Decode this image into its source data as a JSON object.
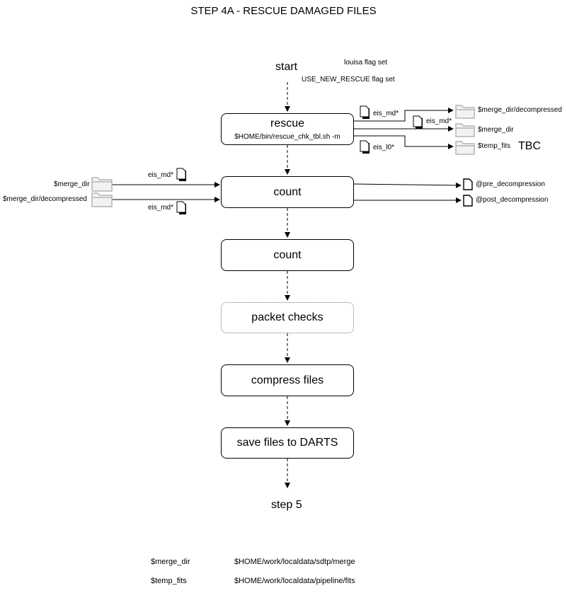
{
  "title": "STEP 4A - RESCUE DAMAGED FILES",
  "start": "start",
  "flags": [
    "louisa flag set",
    "USE_NEW_RESCUE flag set"
  ],
  "steps": {
    "rescue": {
      "label": "rescue",
      "command": "$HOME/bin/rescue_chk_tbl.sh -m"
    },
    "count1": {
      "label": "count"
    },
    "count2": {
      "label": "count"
    },
    "packet_checks": {
      "label": "packet checks"
    },
    "compress": {
      "label": "compress files"
    },
    "save": {
      "label": "save files to DARTS"
    }
  },
  "end": "step 5",
  "rescue_outputs": {
    "file_labels": [
      "eis_md*",
      "eis_md*",
      "eis_l0*"
    ],
    "targets": [
      "$merge_dir/decompressed",
      "$merge_dir",
      "$temp_fits"
    ],
    "note": "TBC"
  },
  "count_inputs": {
    "sources": [
      "$merge_dir",
      "$merge_dir/decompressed"
    ],
    "file_labels": [
      "eis_md*",
      "eis_md*"
    ]
  },
  "count_outputs": [
    "@pre_decompression",
    "@post_decompression"
  ],
  "legend": [
    {
      "key": "$merge_dir",
      "value": "$HOME/work/localdata/sdtp/merge"
    },
    {
      "key": "$temp_fits",
      "value": "$HOME/work/localdata/pipeline/fits"
    }
  ],
  "colors": {
    "line": "#000000",
    "folder": "#b4b4b4",
    "folder_fill": "#f2f2f2",
    "dotted_border": "#777777"
  }
}
